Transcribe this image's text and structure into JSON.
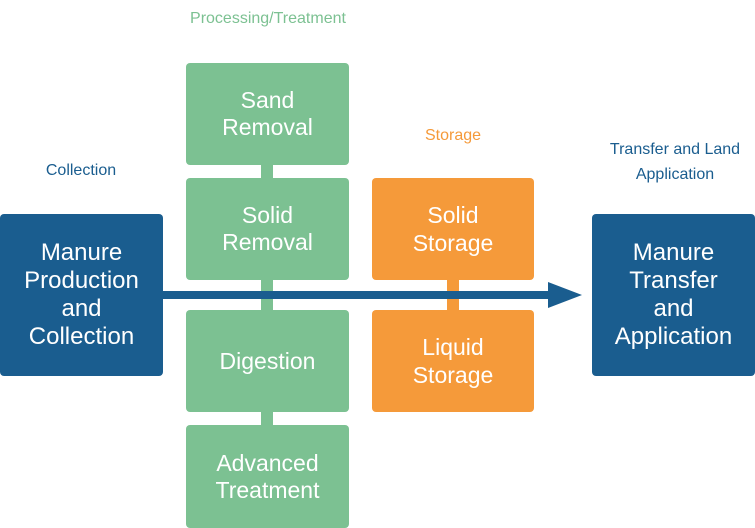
{
  "headings": {
    "processing": "Processing/Treatment",
    "storage": "Storage",
    "collection": "Collection",
    "transfer": "Transfer and Land\nApplication"
  },
  "boxes": {
    "sand_removal": "Sand\nRemoval",
    "solid_removal": "Solid\nRemoval",
    "digestion": "Digestion",
    "advanced_treatment": "Advanced\nTreatment",
    "solid_storage": "Solid\nStorage",
    "liquid_storage": "Liquid\nStorage",
    "manure_collection": "Manure\nProduction\nand\nCollection",
    "manure_transfer": "Manure\nTransfer\nand\nApplication"
  },
  "colors": {
    "processing": "#7cc192",
    "storage": "#f59a3a",
    "collection_transfer": "#1a5d8f",
    "arrow": "#1a5d8f"
  }
}
